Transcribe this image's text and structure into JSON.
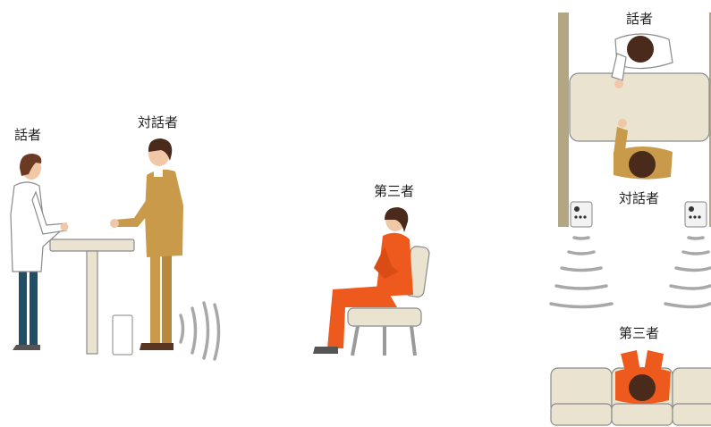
{
  "labels": {
    "speaker_side": "話者",
    "partner_side": "対話者",
    "third_side": "第三者",
    "speaker_top": "話者",
    "partner_top": "対話者",
    "third_top": "第三者"
  },
  "icons": {
    "speaker_figure": "standing-person-white-coat",
    "partner_figure": "standing-person-tan-suit",
    "third_figure": "seated-person-orange",
    "table": "high-table",
    "chair": "chair",
    "device": "masking-sound-speaker",
    "sound_waves": "sound-waves"
  },
  "colors": {
    "tan": "#c99a4a",
    "orange": "#ee5a1e",
    "navy": "#1f4e66",
    "hair": "#4a2a1a",
    "beige": "#e9e3d0",
    "outline": "#9a9a9a",
    "wall": "#b3a683"
  }
}
